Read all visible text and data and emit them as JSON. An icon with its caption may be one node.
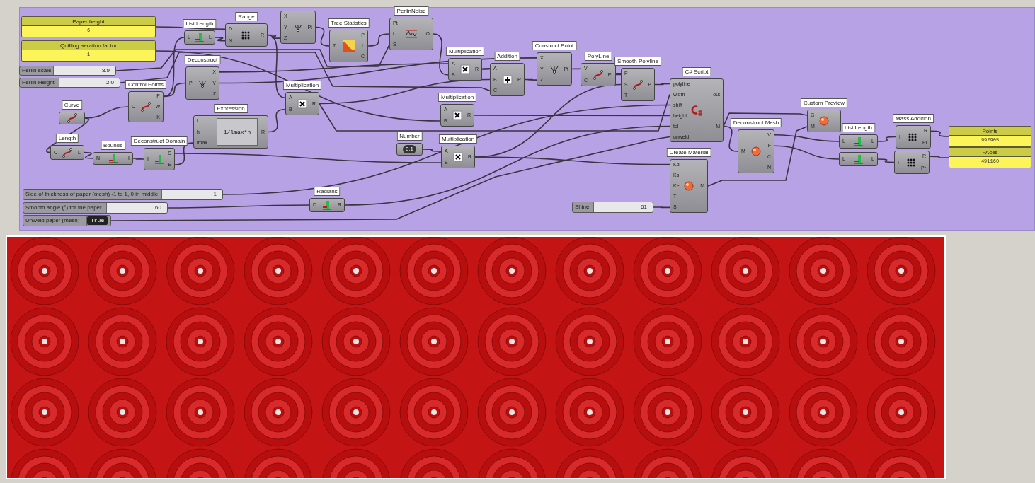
{
  "diagram": {
    "nodes": [
      {
        "text": [
          "Paper height",
          "6"
        ]
      },
      {
        "text": [
          "Quilling aeration factor",
          "1"
        ]
      },
      {
        "text": [
          "Perlin scale",
          "8.9"
        ]
      },
      {
        "text": [
          "Perlin Height",
          "2.0"
        ]
      },
      {
        "text": [
          "Curve"
        ]
      },
      {
        "text": [
          "Control Points",
          "C",
          "P",
          "W",
          "K"
        ]
      },
      {
        "text": [
          "List Length",
          "L",
          "L"
        ]
      },
      {
        "text": [
          "Range",
          "D",
          "N",
          "R"
        ]
      },
      {
        "text": [
          "X",
          "Y",
          "Z",
          "Pt"
        ]
      },
      {
        "text": [
          "Deconstruct",
          "P",
          "X",
          "Y",
          "Z"
        ]
      },
      {
        "text": [
          "Tree Statistics",
          "T",
          "P",
          "L",
          "C"
        ]
      },
      {
        "text": [
          "PerlinNoise",
          "Pt",
          "t",
          "S",
          "O"
        ]
      },
      {
        "text": [
          "Multiplication",
          "A",
          "B",
          "R"
        ]
      },
      {
        "text": [
          "Expression",
          "l",
          "h",
          "lmax",
          "1/lmax*h",
          "R"
        ]
      },
      {
        "text": [
          "Length",
          "C",
          "L"
        ]
      },
      {
        "text": [
          "Bounds",
          "N",
          "I"
        ]
      },
      {
        "text": [
          "Deconstruct Domain",
          "I",
          "S",
          "E"
        ]
      },
      {
        "text": [
          "Multiplication",
          "A",
          "B",
          "R"
        ]
      },
      {
        "text": [
          "Addition",
          "A",
          "B",
          "C",
          "R"
        ]
      },
      {
        "text": [
          "Construct Point",
          "X",
          "Y",
          "Z",
          "Pt"
        ]
      },
      {
        "text": [
          "PolyLine",
          "V",
          "C",
          "Pl"
        ]
      },
      {
        "text": [
          "Smooth Polyline",
          "P",
          "S",
          "T",
          "P"
        ]
      },
      {
        "text": [
          "Multiplication",
          "A",
          "B",
          "R"
        ]
      },
      {
        "text": [
          "Number",
          "0.1"
        ]
      },
      {
        "text": [
          "Multiplication",
          "A",
          "B",
          "R"
        ]
      },
      {
        "text": [
          "C# Script",
          "polyline",
          "width",
          "shift",
          "height",
          "tol",
          "unweld",
          "out",
          "M"
        ]
      },
      {
        "text": [
          "Create Material",
          "Kd",
          "Ks",
          "Ke",
          "T",
          "S",
          "M"
        ]
      },
      {
        "text": [
          "Shine",
          "61"
        ]
      },
      {
        "text": [
          "Side of thickness of paper (mesh) -1 to 1, 0 in middle",
          "1"
        ]
      },
      {
        "text": [
          "Smooth angle (°) for the paper",
          "60"
        ]
      },
      {
        "text": [
          "Unweld paper (mesh)",
          "True"
        ]
      },
      {
        "text": [
          "Radians",
          "D",
          "R"
        ]
      },
      {
        "text": [
          "Deconstruct Mesh",
          "M",
          "V",
          "F",
          "C",
          "N"
        ]
      },
      {
        "text": [
          "Custom Preview",
          "G",
          "M"
        ]
      },
      {
        "text": [
          "List Length",
          "L",
          "L"
        ]
      },
      {
        "text": [
          "L",
          "L"
        ]
      },
      {
        "text": [
          "Mass Addition",
          "I",
          "R",
          "Pr"
        ]
      },
      {
        "text": [
          "I",
          "R",
          "Pr"
        ]
      },
      {
        "text": [
          "Points",
          "992905"
        ]
      },
      {
        "text": [
          "FAces",
          "491160"
        ]
      }
    ],
    "edges": [
      {
        "from": 0,
        "to": 7,
        "arrow": "none"
      },
      {
        "from": 1,
        "to": 22,
        "arrow": "none"
      },
      {
        "from": 2,
        "to": 11,
        "arrow": "none"
      },
      {
        "from": 3,
        "to": 18,
        "arrow": "none"
      },
      {
        "from": 4,
        "to": 5,
        "arrow": "none"
      },
      {
        "from": 4,
        "to": 14,
        "arrow": "none"
      },
      {
        "from": 5,
        "to": 6,
        "arrow": "none"
      },
      {
        "from": 5,
        "to": 9,
        "arrow": "none"
      },
      {
        "from": 6,
        "to": 7,
        "arrow": "none"
      },
      {
        "from": 7,
        "to": 8,
        "arrow": "none"
      },
      {
        "from": 7,
        "to": 12,
        "arrow": "none"
      },
      {
        "from": 8,
        "to": 10,
        "arrow": "none"
      },
      {
        "from": 10,
        "to": 11,
        "arrow": "none"
      },
      {
        "from": 9,
        "to": 17,
        "arrow": "none"
      },
      {
        "from": 11,
        "to": 17,
        "arrow": "none"
      },
      {
        "from": 9,
        "to": 19,
        "arrow": "none"
      },
      {
        "from": 17,
        "to": 18,
        "arrow": "none"
      },
      {
        "from": 12,
        "to": 18,
        "arrow": "none"
      },
      {
        "from": 13,
        "to": 12,
        "arrow": "none"
      },
      {
        "from": 14,
        "to": 15,
        "arrow": "none"
      },
      {
        "from": 15,
        "to": 16,
        "arrow": "none"
      },
      {
        "from": 16,
        "to": 13,
        "arrow": "none"
      },
      {
        "from": 16,
        "to": 24,
        "arrow": "none"
      },
      {
        "from": 23,
        "to": 24,
        "arrow": "none"
      },
      {
        "from": 18,
        "to": 19,
        "arrow": "none"
      },
      {
        "from": 19,
        "to": 20,
        "arrow": "none"
      },
      {
        "from": 20,
        "to": 21,
        "arrow": "none"
      },
      {
        "from": 21,
        "to": 25,
        "arrow": "none"
      },
      {
        "from": 22,
        "to": 25,
        "arrow": "none"
      },
      {
        "from": 24,
        "to": 21,
        "arrow": "none"
      },
      {
        "from": 12,
        "to": 25,
        "arrow": "none"
      },
      {
        "from": 28,
        "to": 25,
        "arrow": "none"
      },
      {
        "from": 29,
        "to": 31,
        "arrow": "none"
      },
      {
        "from": 31,
        "to": 25,
        "arrow": "none"
      },
      {
        "from": 30,
        "to": 25,
        "arrow": "none"
      },
      {
        "from": 24,
        "to": 26,
        "arrow": "none"
      },
      {
        "from": 27,
        "to": 26,
        "arrow": "none"
      },
      {
        "from": 25,
        "to": 32,
        "arrow": "none"
      },
      {
        "from": 25,
        "to": 33,
        "arrow": "none"
      },
      {
        "from": 26,
        "to": 33,
        "arrow": "none"
      },
      {
        "from": 32,
        "to": 34,
        "arrow": "none"
      },
      {
        "from": 32,
        "to": 35,
        "arrow": "none"
      },
      {
        "from": 34,
        "to": 36,
        "arrow": "none"
      },
      {
        "from": 35,
        "to": 37,
        "arrow": "none"
      },
      {
        "from": 36,
        "to": 38,
        "arrow": "none"
      },
      {
        "from": 37,
        "to": 39,
        "arrow": "none"
      }
    ]
  }
}
